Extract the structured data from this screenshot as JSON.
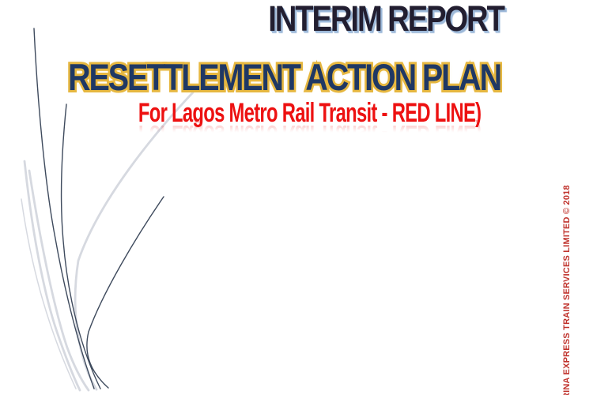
{
  "slide": {
    "interim_title": "INTERIM REPORT",
    "main_title": "RESETTLEMENT ACTION PLAN",
    "subtitle": "For Lagos Metro Rail Transit - RED LINE)",
    "vertical_footer": "RINA EXPRESS TRAIN SERVICES LIMITED © 2018",
    "colors": {
      "background": "#ffffff",
      "interim_fill": "#221e30",
      "interim_shadow_blue": "#9db9d9",
      "main_title_fill": "#1f3864",
      "main_title_outline_gold": "#e3b33c",
      "subtitle_red": "#ed1111",
      "vertical_footer_red": "#c0342e",
      "swoosh_dark": "#3e4a5d",
      "swoosh_light": "#d6d9e0"
    }
  }
}
